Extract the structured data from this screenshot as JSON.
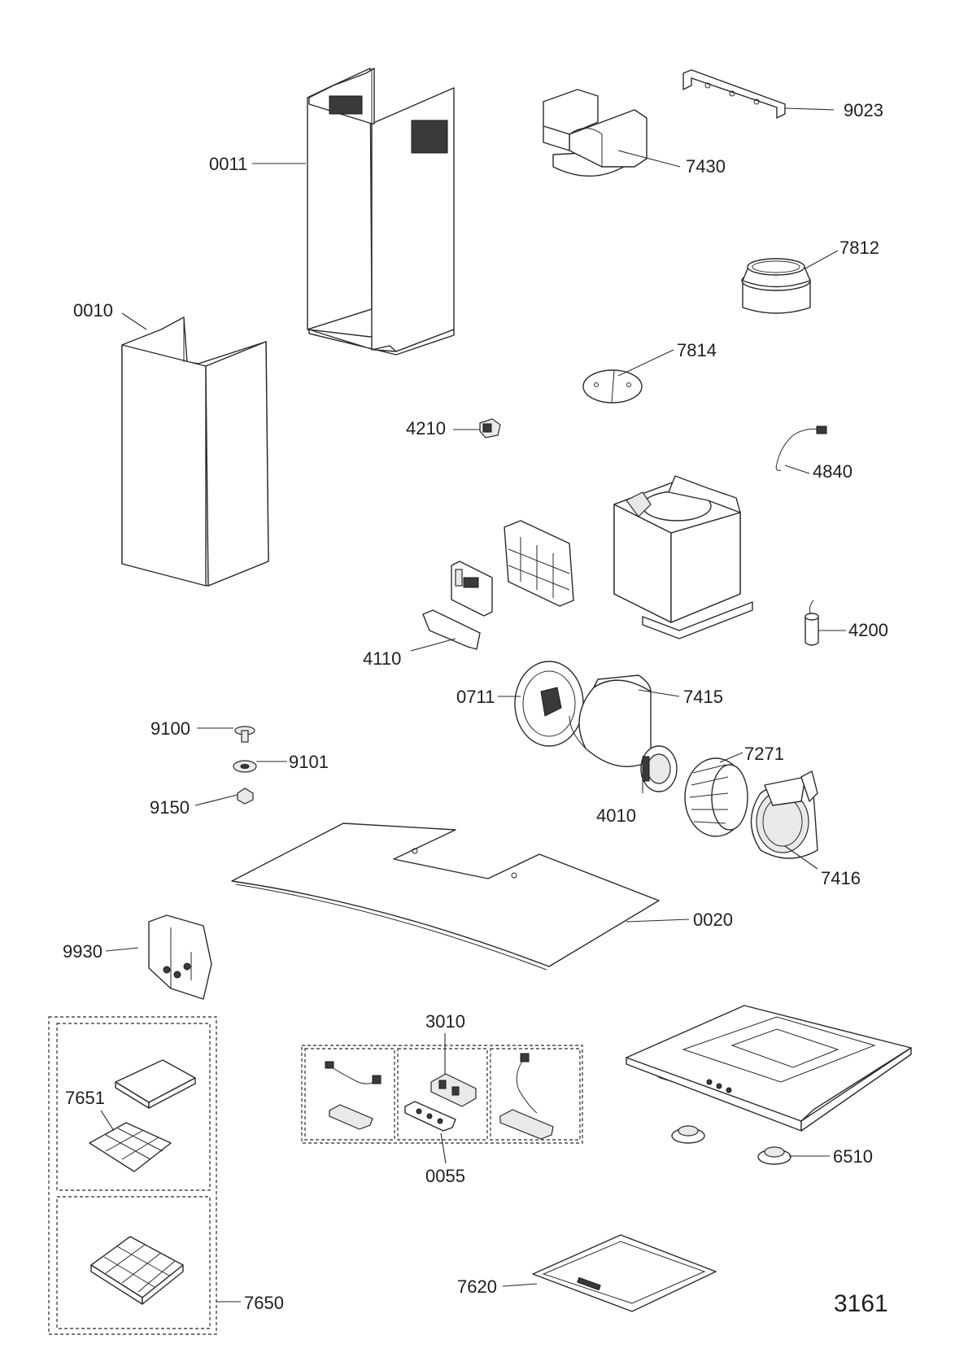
{
  "labels": {
    "p0011": "0011",
    "p0010": "0010",
    "p7430": "7430",
    "p9023": "9023",
    "p7812": "7812",
    "p7814": "7814",
    "p4210": "4210",
    "p4840": "4840",
    "p4200": "4200",
    "p4110": "4110",
    "p0711": "0711",
    "p7415": "7415",
    "p7271": "7271",
    "p4010": "4010",
    "p7416": "7416",
    "p9100": "9100",
    "p9101": "9101",
    "p9150": "9150",
    "p0020": "0020",
    "p9930": "9930",
    "p7651": "7651",
    "p7650": "7650",
    "p3010": "3010",
    "p0055": "0055",
    "p6510": "6510",
    "p7620": "7620"
  },
  "document_number": "3161"
}
